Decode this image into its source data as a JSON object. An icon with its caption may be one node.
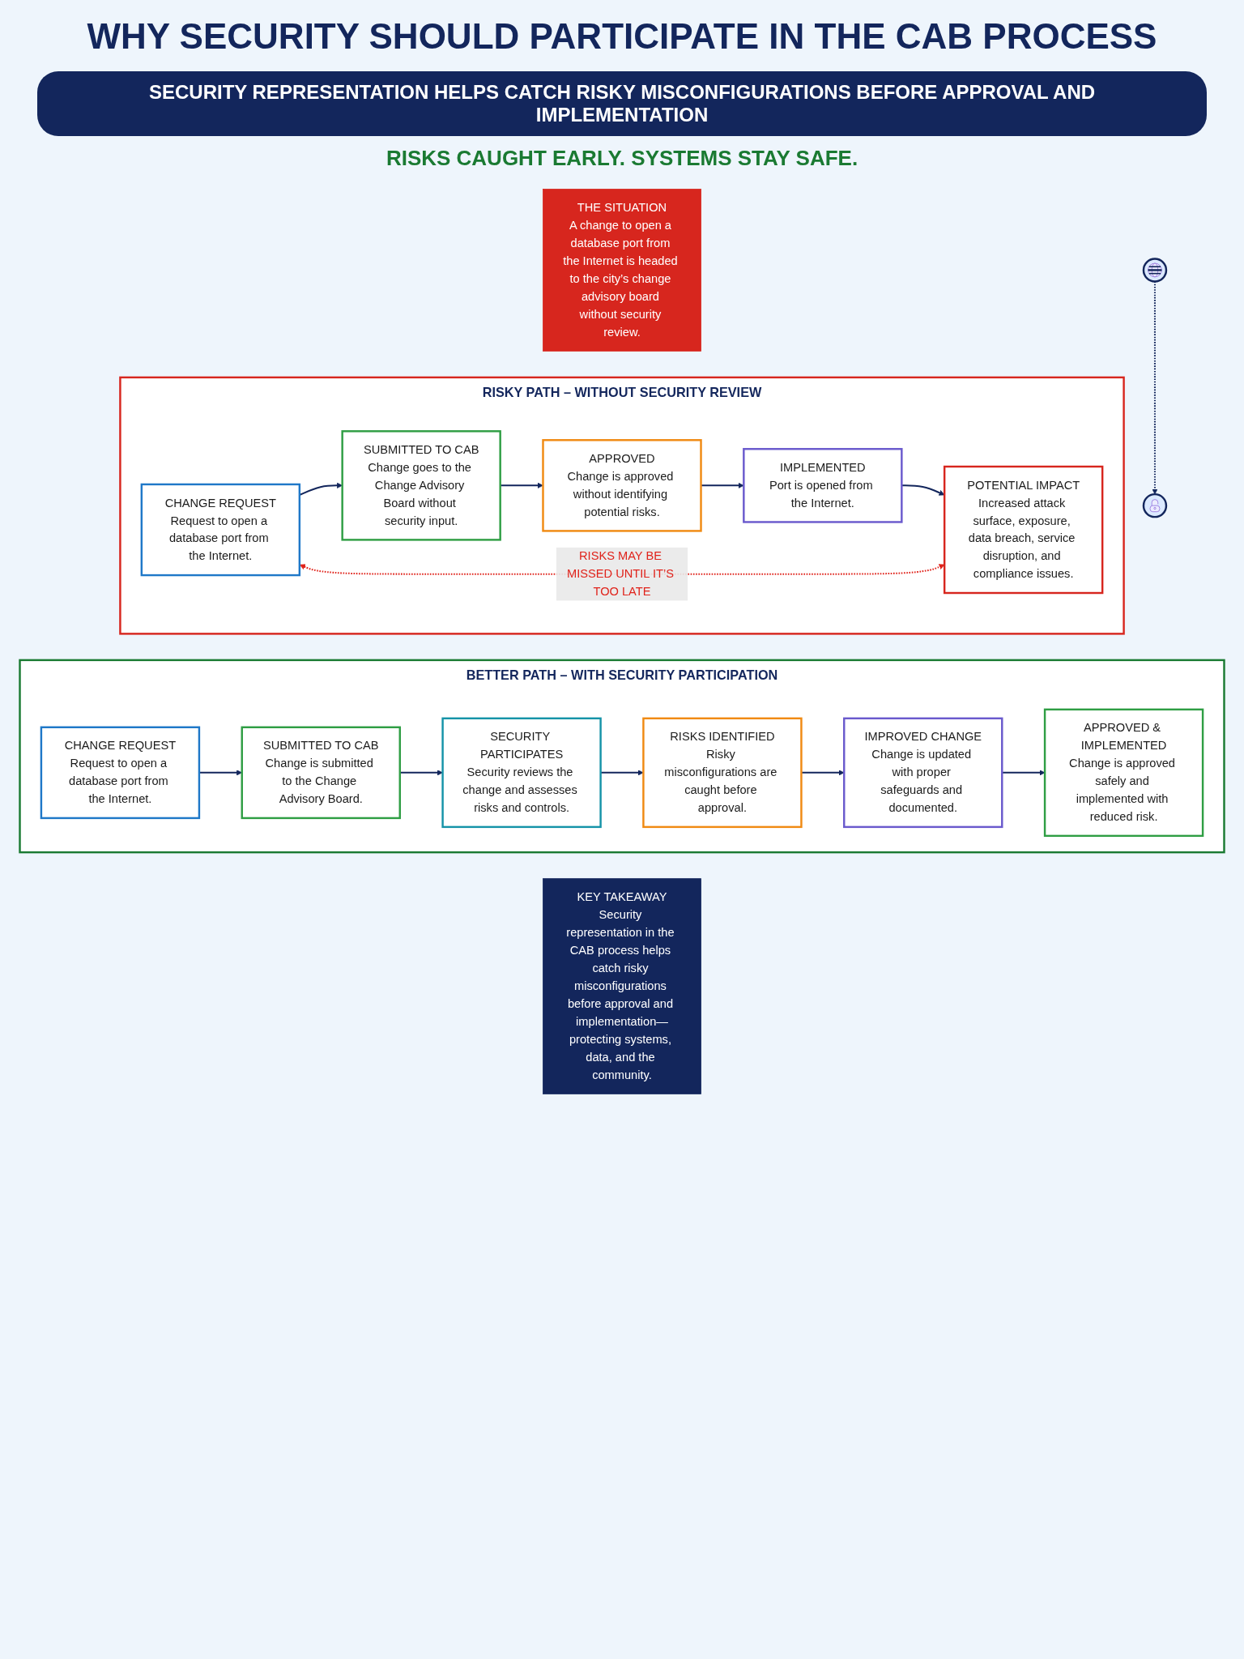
{
  "diagram": {
    "title": "WHY SECURITY SHOULD PARTICIPATE IN THE CAB PROCESS",
    "nodes": [
      {
        "text": [
          "THE SITUATION",
          "A change to open a database port from the Internet is headed to the city’s change advisory board without security review."
        ]
      },
      {
        "text": [],
        "shape": "picture"
      },
      {
        "text": [],
        "shape": "picture"
      },
      {
        "text": [
          "RISKY PATH – WITHOUT SECURITY REVIEW"
        ]
      },
      {
        "text": [
          "CHANGE REQUEST",
          "Request to open a database port from the Internet."
        ],
        "in": 3
      },
      {
        "text": [
          "SUBMITTED TO CAB",
          "Change goes to the Change Advisory Board without security input."
        ],
        "in": 3
      },
      {
        "text": [
          "APPROVED",
          "Change is approved without identifying potential risks."
        ],
        "in": 3
      },
      {
        "text": [
          "IMPLEMENTED",
          "Port is opened from the Internet."
        ],
        "in": 3
      },
      {
        "text": [
          "POTENTIAL IMPACT",
          "Increased attack surface, exposure, data breach, service disruption, and compliance issues."
        ],
        "in": 3
      },
      {
        "text": [
          "BETTER PATH – WITH SECURITY PARTICIPATION"
        ]
      },
      {
        "text": [
          "CHANGE REQUEST",
          "Request to open a database port from the Internet."
        ],
        "in": 9
      },
      {
        "text": [
          "SUBMITTED TO CAB",
          "Change is submitted to the Change Advisory Board."
        ],
        "in": 9
      },
      {
        "text": [
          "SECURITY PARTICIPATES",
          "Security reviews the change and assesses risks and controls."
        ],
        "in": 9
      },
      {
        "text": [
          "RISKS IDENTIFIED",
          "Risky misconfigurations are caught before approval."
        ],
        "in": 9
      },
      {
        "text": [
          "IMPROVED CHANGE",
          "Change is updated with proper safeguards and documented."
        ],
        "in": 9
      },
      {
        "text": [
          "APPROVED & IMPLEMENTED",
          "Change is approved safely and implemented with reduced risk."
        ],
        "in": 9
      },
      {
        "text": [
          "KEY TAKEAWAY",
          "Security representation in the CAB process helps catch risky misconfigurations before approval and implementation—protecting systems, data, and the community."
        ]
      }
    ],
    "edges": [
      {
        "from": 1,
        "to": 2,
        "arrow": "to",
        "style": "dashed"
      },
      {
        "from": 4,
        "to": 5,
        "arrow": "to"
      },
      {
        "from": 5,
        "to": 6,
        "arrow": "to"
      },
      {
        "from": 6,
        "to": 7,
        "arrow": "to"
      },
      {
        "from": 7,
        "to": 8,
        "arrow": "to"
      },
      {
        "from": 4,
        "to": 8,
        "arrow": "both",
        "style": "dashed",
        "color": "#e0231b",
        "label": "RISKS MAY BE MISSED UNTIL IT’S TOO LATE"
      },
      {
        "from": 10,
        "to": 11,
        "arrow": "to"
      },
      {
        "from": 11,
        "to": 12,
        "arrow": "to"
      },
      {
        "from": 12,
        "to": 13,
        "arrow": "to"
      },
      {
        "from": 13,
        "to": 14,
        "arrow": "to"
      },
      {
        "from": 14,
        "to": 15,
        "arrow": "to"
      }
    ],
    "labels": [
      "SECURITY REPRESENTATION HELPS CATCH RISKY MISCONFIGURATIONS BEFORE APPROVAL AND IMPLEMENTATION",
      "RISKS CAUGHT EARLY. SYSTEMS STAY SAFE."
    ]
  }
}
